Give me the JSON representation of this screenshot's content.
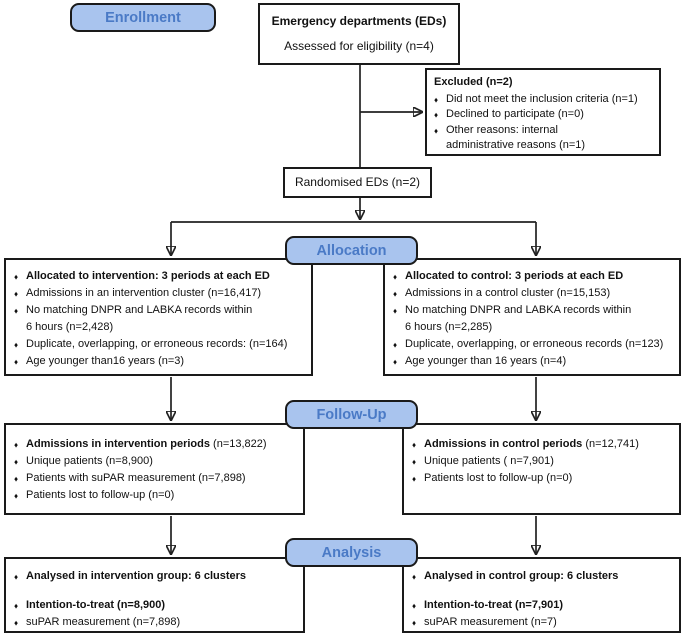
{
  "ui": {
    "bullet": "♦"
  },
  "colors": {
    "pill_fill": "#a9c4ee",
    "pill_text": "#4a7ac6",
    "pill_border": "#1a1a1a",
    "box_border": "#1a1a1a",
    "line": "#222222",
    "background": "#ffffff"
  },
  "pills": {
    "enrollment": "Enrollment",
    "allocation": "Allocation",
    "followup": "Follow-Up",
    "analysis": "Analysis"
  },
  "eligibility": {
    "title": "Emergency departments (EDs)",
    "line": "Assessed for eligibility (n=4)"
  },
  "excluded": {
    "title": "Excluded (n=2)",
    "items": [
      {
        "text": "Did not meet the inclusion criteria (n=1)"
      },
      {
        "text": "Declined to participate (n=0)"
      },
      {
        "text": "Other reasons: internal\nadministrative reasons (n=1)"
      }
    ]
  },
  "randomised": {
    "text": "Randomised EDs (n=2)"
  },
  "alloc_left": {
    "items": [
      {
        "bold": "Allocated to intervention: 3 periods at each ED"
      },
      {
        "text": "Admissions in an intervention cluster (n=16,417)"
      },
      {
        "text": "No matching DNPR and LABKA records within\n6 hours (n=2,428)"
      },
      {
        "text": "Duplicate, overlapping, or erroneous records: (n=164)"
      },
      {
        "text": "Age younger than16 years (n=3)"
      }
    ]
  },
  "alloc_right": {
    "items": [
      {
        "bold": "Allocated to control: 3 periods at each ED"
      },
      {
        "text": "Admissions in a control cluster (n=15,153)"
      },
      {
        "text": "No matching DNPR and LABKA records within\n6 hours (n=2,285)"
      },
      {
        "text": "Duplicate, overlapping, or erroneous records (n=123)"
      },
      {
        "text": "Age younger than 16 years (n=4)"
      }
    ]
  },
  "followup_left": {
    "items": [
      {
        "bold": "Admissions in intervention periods",
        "text": " (n=13,822)"
      },
      {
        "text": "Unique patients (n=8,900)"
      },
      {
        "text": "Patients with suPAR measurement (n=7,898)"
      },
      {
        "text": "Patients lost to follow-up (n=0)"
      }
    ]
  },
  "followup_right": {
    "items": [
      {
        "bold": "Admissions in control periods",
        "text": " (n=12,741)"
      },
      {
        "text": "Unique patients ( n=7,901)"
      },
      {
        "text": "Patients lost to follow-up (n=0)"
      }
    ]
  },
  "analysis_left": {
    "items": [
      {
        "bold": "Analysed in intervention group: 6 clusters"
      },
      {
        "bold": "Intention-to-treat (n=8,900)"
      },
      {
        "text": "suPAR measurement (n=7,898)"
      }
    ]
  },
  "analysis_right": {
    "items": [
      {
        "bold": "Analysed in control group: 6 clusters"
      },
      {
        "bold": "Intention-to-treat (n=7,901)"
      },
      {
        "text": "suPAR measurement (n=7)"
      }
    ]
  }
}
